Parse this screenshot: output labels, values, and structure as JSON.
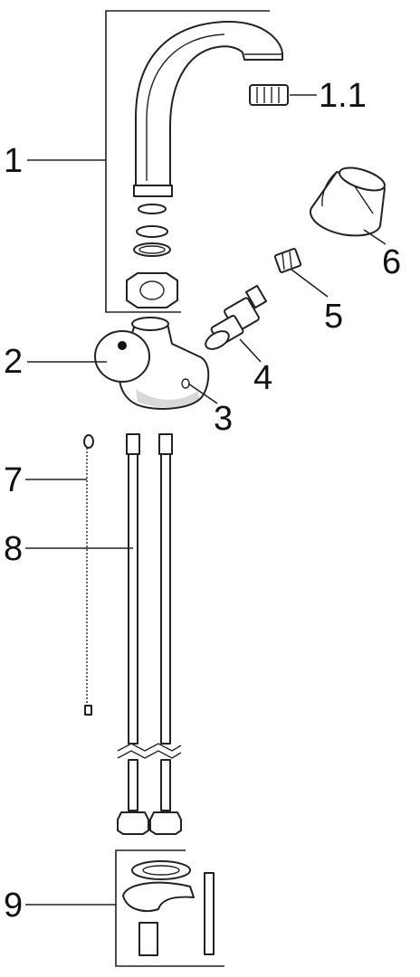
{
  "callouts": {
    "c1": "1",
    "c1_1": "1.1",
    "c2": "2",
    "c3": "3",
    "c4": "4",
    "c5": "5",
    "c6": "6",
    "c7": "7",
    "c8": "8",
    "c9": "9"
  }
}
